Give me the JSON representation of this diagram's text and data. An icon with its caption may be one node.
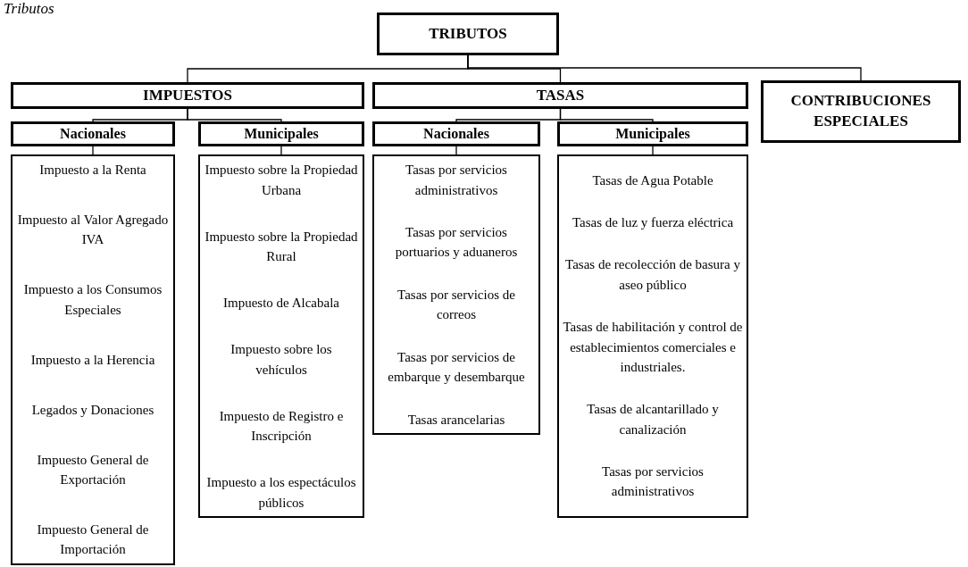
{
  "diagram": {
    "title": "Tributos",
    "nodes": [
      {
        "text": [
          "TRIBUTOS"
        ]
      },
      {
        "text": [
          "IMPUESTOS"
        ]
      },
      {
        "text": [
          "TASAS"
        ]
      },
      {
        "text": [
          "CONTRIBUCIONES ESPECIALES"
        ]
      },
      {
        "text": [
          "Nacionales"
        ]
      },
      {
        "text": [
          "Municipales"
        ]
      },
      {
        "text": [
          "Nacionales"
        ]
      },
      {
        "text": [
          "Municipales"
        ]
      },
      {
        "text": [
          "Impuesto a la Renta",
          "Impuesto al Valor Agregado IVA",
          "Impuesto a los Consumos Especiales",
          "Impuesto a la Herencia",
          "Legados y Donaciones",
          "Impuesto General de Exportación",
          "Impuesto General de Importación"
        ]
      },
      {
        "text": [
          "Impuesto sobre la Propiedad Urbana",
          "Impuesto sobre la Propiedad Rural",
          "Impuesto de Alcabala",
          "Impuesto sobre los vehículos",
          "Impuesto de Registro e Inscripción",
          "Impuesto a los espectáculos públicos"
        ]
      },
      {
        "text": [
          "Tasas por servicios administrativos",
          "Tasas por servicios portuarios y aduaneros",
          "Tasas por servicios de correos",
          "Tasas por servicios de embarque y desembarque",
          "Tasas arancelarias"
        ]
      },
      {
        "text": [
          "Tasas de Agua Potable",
          "Tasas de luz y fuerza eléctrica",
          "Tasas de recolección de basura y aseo público",
          "Tasas de habilitación y control de establecimientos comerciales e industriales.",
          "Tasas de alcantarillado y canalización",
          "Tasas por servicios administrativos"
        ]
      }
    ],
    "edges": [
      {
        "from": 0,
        "to": 1,
        "arrow": "none"
      },
      {
        "from": 0,
        "to": 2,
        "arrow": "none"
      },
      {
        "from": 0,
        "to": 3,
        "arrow": "none"
      },
      {
        "from": 1,
        "to": 4,
        "arrow": "none"
      },
      {
        "from": 1,
        "to": 5,
        "arrow": "none"
      },
      {
        "from": 2,
        "to": 6,
        "arrow": "none"
      },
      {
        "from": 2,
        "to": 7,
        "arrow": "none"
      },
      {
        "from": 4,
        "to": 8,
        "arrow": "none"
      },
      {
        "from": 5,
        "to": 9,
        "arrow": "none"
      },
      {
        "from": 6,
        "to": 10,
        "arrow": "none"
      },
      {
        "from": 7,
        "to": 11,
        "arrow": "none"
      }
    ]
  }
}
